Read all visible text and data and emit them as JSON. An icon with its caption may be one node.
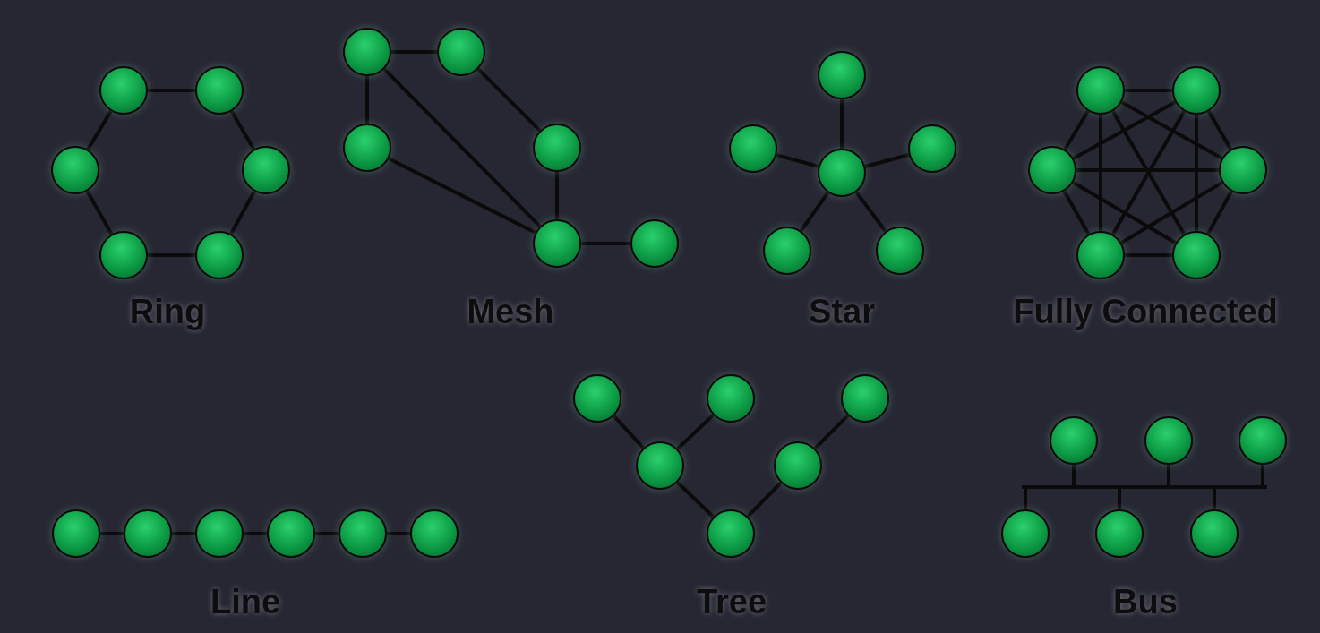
{
  "diagram": {
    "nodes": [
      {
        "text": [],
        "shape": "circle"
      },
      {
        "text": [],
        "shape": "circle"
      },
      {
        "text": [],
        "shape": "circle"
      },
      {
        "text": [],
        "shape": "circle"
      },
      {
        "text": [],
        "shape": "circle"
      },
      {
        "text": [],
        "shape": "circle"
      },
      {
        "text": [],
        "shape": "circle"
      },
      {
        "text": [],
        "shape": "circle"
      },
      {
        "text": [],
        "shape": "circle"
      },
      {
        "text": [],
        "shape": "circle"
      },
      {
        "text": [],
        "shape": "circle"
      },
      {
        "text": [],
        "shape": "circle"
      },
      {
        "text": [],
        "shape": "circle"
      },
      {
        "text": [],
        "shape": "circle"
      },
      {
        "text": [],
        "shape": "circle"
      },
      {
        "text": [],
        "shape": "circle"
      },
      {
        "text": [],
        "shape": "circle"
      },
      {
        "text": [],
        "shape": "circle"
      },
      {
        "text": [],
        "shape": "circle"
      },
      {
        "text": [],
        "shape": "circle"
      },
      {
        "text": [],
        "shape": "circle"
      },
      {
        "text": [],
        "shape": "circle"
      },
      {
        "text": [],
        "shape": "circle"
      },
      {
        "text": [],
        "shape": "circle"
      },
      {
        "text": [],
        "shape": "circle"
      },
      {
        "text": [],
        "shape": "circle"
      },
      {
        "text": [],
        "shape": "circle"
      },
      {
        "text": [],
        "shape": "circle"
      },
      {
        "text": [],
        "shape": "circle"
      },
      {
        "text": [],
        "shape": "circle"
      },
      {
        "text": [],
        "shape": "circle"
      },
      {
        "text": [],
        "shape": "circle"
      },
      {
        "text": [],
        "shape": "circle"
      },
      {
        "text": [],
        "shape": "circle"
      },
      {
        "text": [],
        "shape": "circle"
      },
      {
        "text": [],
        "shape": "circle"
      },
      {
        "text": [],
        "shape": "circle"
      },
      {
        "text": [],
        "shape": "circle"
      },
      {
        "text": [],
        "shape": "circle"
      },
      {
        "text": [],
        "shape": "bar"
      },
      {
        "text": [],
        "shape": "circle"
      },
      {
        "text": [],
        "shape": "circle"
      },
      {
        "text": [],
        "shape": "circle"
      }
    ],
    "edges": [
      {
        "from": 0,
        "to": 1,
        "arrow": "none"
      },
      {
        "from": 1,
        "to": 3,
        "arrow": "none"
      },
      {
        "from": 3,
        "to": 5,
        "arrow": "none"
      },
      {
        "from": 5,
        "to": 4,
        "arrow": "none"
      },
      {
        "from": 4,
        "to": 2,
        "arrow": "none"
      },
      {
        "from": 2,
        "to": 0,
        "arrow": "none"
      },
      {
        "from": 6,
        "to": 7,
        "arrow": "none"
      },
      {
        "from": 6,
        "to": 8,
        "arrow": "none"
      },
      {
        "from": 6,
        "to": 10,
        "arrow": "none"
      },
      {
        "from": 7,
        "to": 9,
        "arrow": "none"
      },
      {
        "from": 8,
        "to": 10,
        "arrow": "none"
      },
      {
        "from": 9,
        "to": 10,
        "arrow": "none"
      },
      {
        "from": 10,
        "to": 11,
        "arrow": "none"
      },
      {
        "from": 15,
        "to": 12,
        "arrow": "none"
      },
      {
        "from": 15,
        "to": 13,
        "arrow": "none"
      },
      {
        "from": 15,
        "to": 14,
        "arrow": "none"
      },
      {
        "from": 15,
        "to": 16,
        "arrow": "none"
      },
      {
        "from": 15,
        "to": 17,
        "arrow": "none"
      },
      {
        "from": 18,
        "to": 19,
        "arrow": "none"
      },
      {
        "from": 18,
        "to": 20,
        "arrow": "none"
      },
      {
        "from": 18,
        "to": 21,
        "arrow": "none"
      },
      {
        "from": 18,
        "to": 22,
        "arrow": "none"
      },
      {
        "from": 18,
        "to": 23,
        "arrow": "none"
      },
      {
        "from": 19,
        "to": 20,
        "arrow": "none"
      },
      {
        "from": 19,
        "to": 21,
        "arrow": "none"
      },
      {
        "from": 19,
        "to": 22,
        "arrow": "none"
      },
      {
        "from": 19,
        "to": 23,
        "arrow": "none"
      },
      {
        "from": 20,
        "to": 21,
        "arrow": "none"
      },
      {
        "from": 20,
        "to": 22,
        "arrow": "none"
      },
      {
        "from": 20,
        "to": 23,
        "arrow": "none"
      },
      {
        "from": 21,
        "to": 22,
        "arrow": "none"
      },
      {
        "from": 21,
        "to": 23,
        "arrow": "none"
      },
      {
        "from": 22,
        "to": 23,
        "arrow": "none"
      },
      {
        "from": 24,
        "to": 25,
        "arrow": "none"
      },
      {
        "from": 25,
        "to": 26,
        "arrow": "none"
      },
      {
        "from": 26,
        "to": 27,
        "arrow": "none"
      },
      {
        "from": 27,
        "to": 28,
        "arrow": "none"
      },
      {
        "from": 28,
        "to": 29,
        "arrow": "none"
      },
      {
        "from": 33,
        "to": 30,
        "arrow": "none"
      },
      {
        "from": 33,
        "to": 31,
        "arrow": "none"
      },
      {
        "from": 34,
        "to": 32,
        "arrow": "none"
      },
      {
        "from": 35,
        "to": 33,
        "arrow": "none"
      },
      {
        "from": 35,
        "to": 34,
        "arrow": "none"
      },
      {
        "from": 36,
        "to": 39,
        "arrow": "none"
      },
      {
        "from": 37,
        "to": 39,
        "arrow": "none"
      },
      {
        "from": 38,
        "to": 39,
        "arrow": "none"
      },
      {
        "from": 40,
        "to": 39,
        "arrow": "none"
      },
      {
        "from": 41,
        "to": 39,
        "arrow": "none"
      },
      {
        "from": 42,
        "to": 39,
        "arrow": "none"
      }
    ],
    "labels": [
      "Ring",
      "Mesh",
      "Star",
      "Fully Connected",
      "Line",
      "Tree",
      "Bus"
    ]
  }
}
